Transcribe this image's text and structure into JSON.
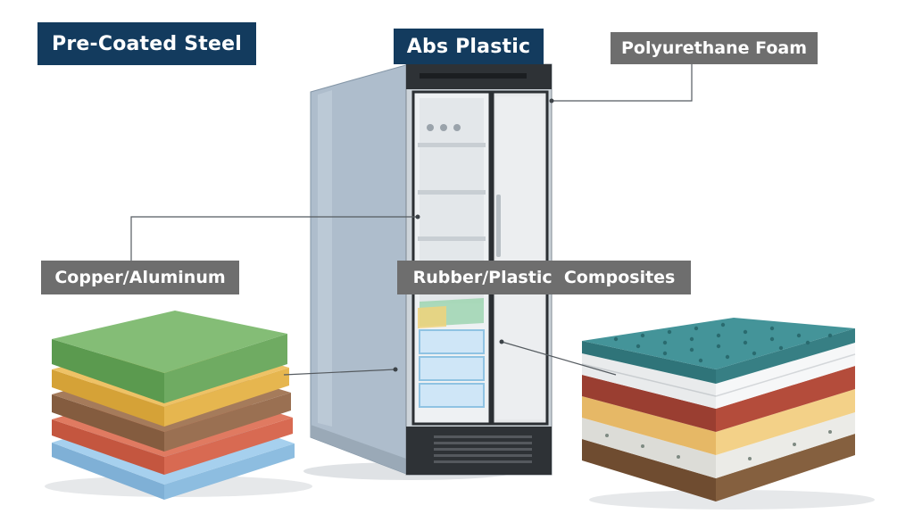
{
  "labels": {
    "pre_coated_steel": "Pre-Coated Steel",
    "abs_plastic": "Abs Plastic",
    "polyurethane_foam": "Polyurethane Foam",
    "copper_aluminum": "Copper/Aluminum",
    "rubber_plastic_composites": "Rubber/Plastic  Composites"
  },
  "colors": {
    "label_navy": "#133b5e",
    "label_gray": "#6e6e6e",
    "steel_panel": "#a9b9c9",
    "fridge_interior": "#eef1f3",
    "door_seal": "#2b2f33",
    "foam_green": "#79b36e",
    "foam_yellow": "#e2b54c",
    "foam_brown": "#93684a",
    "foam_red": "#d3644e",
    "foam_blue": "#9ac6e8",
    "composite_teal": "#3b898e",
    "composite_red": "#ab4738",
    "composite_yellow": "#f0cb7c",
    "composite_speckled": "#e7e7e3",
    "composite_brown": "#7c5637"
  }
}
